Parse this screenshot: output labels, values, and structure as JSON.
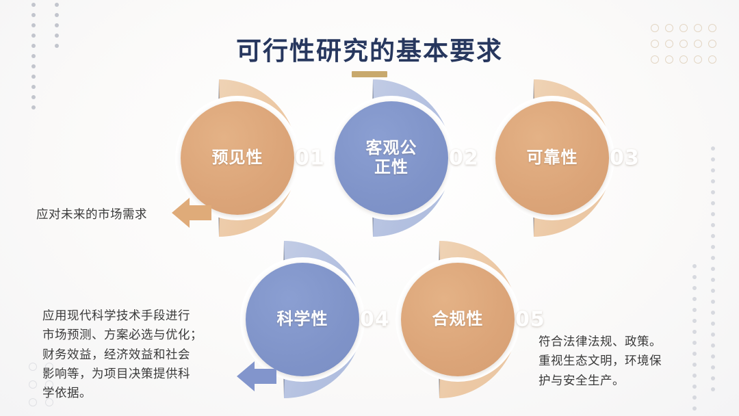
{
  "slide": {
    "title": "可行性研究的基本要求",
    "title_accent_color": "#c8a96d",
    "title_color": "#27375e",
    "background_color": "#fbfbfb"
  },
  "palette": {
    "tan_disc": "#dba478",
    "tan_arc": "#ecc8a4",
    "blue_disc": "#7f93c8",
    "blue_arc": "#b3c0e0",
    "number_color": "#ffffff",
    "body_text_color": "#3a3a3a",
    "dot_gray": "#b9bcc6",
    "ring_tan": "#e3d6c4"
  },
  "nodes": [
    {
      "number": "01",
      "label": "预见性",
      "theme": "tan",
      "row": "top"
    },
    {
      "number": "02",
      "label": "客观公\n正性",
      "theme": "blue",
      "row": "top"
    },
    {
      "number": "03",
      "label": "可靠性",
      "theme": "tan",
      "row": "top"
    },
    {
      "number": "04",
      "label": "科学性",
      "theme": "blue",
      "row": "bottom"
    },
    {
      "number": "05",
      "label": "合规性",
      "theme": "tan",
      "row": "bottom"
    }
  ],
  "callouts": [
    {
      "id": "callout-01",
      "text": "应对未来的市场需求",
      "arrow_color": "#dfab79",
      "arrow_direction": "left",
      "linked_number": "01"
    },
    {
      "id": "callout-04",
      "text": "应用现代科学技术手段进行\n市场预测、方案必选与优化；\n财务效益，经济效益和社会\n影响等，为项目决策提供科\n学依据。",
      "arrow_color": "#8295cc",
      "arrow_direction": "left",
      "linked_number": "04"
    },
    {
      "id": "callout-05",
      "text": "符合法律法规、政策。\n重视生态文明，环境保\n护与安全生产。",
      "arrow_color": "",
      "arrow_direction": "",
      "linked_number": "05"
    }
  ]
}
